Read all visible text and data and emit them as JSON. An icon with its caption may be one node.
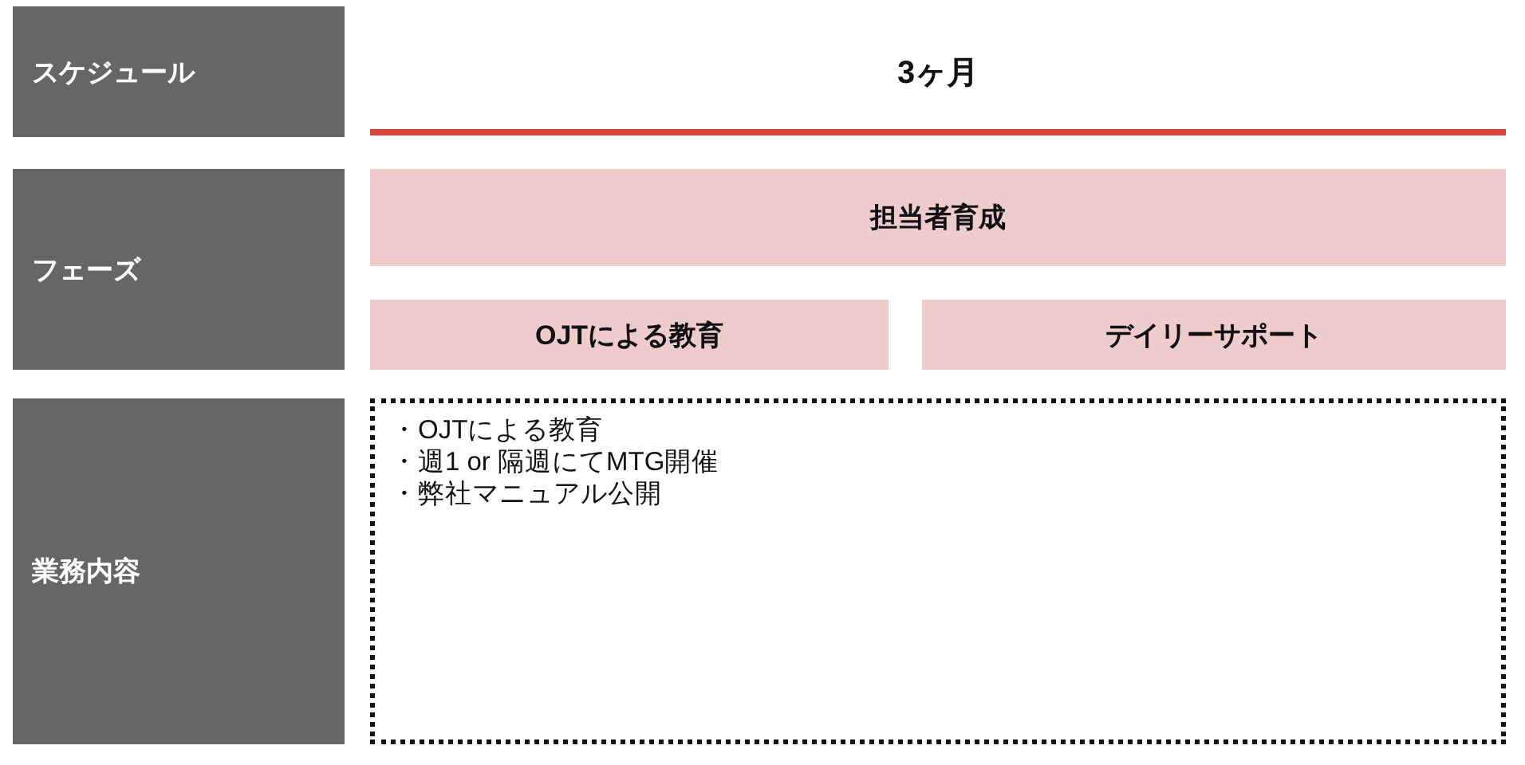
{
  "diagram": {
    "nodes": [
      {
        "text": [
          "スケジュール"
        ]
      },
      {
        "text": [
          "フェーズ"
        ]
      },
      {
        "text": [
          "担当者育成"
        ]
      },
      {
        "text": [
          "OJTによる教育"
        ]
      },
      {
        "text": [
          "デイリーサポート"
        ]
      },
      {
        "text": [
          "業務内容"
        ]
      },
      {
        "text": [
          "・OJTによる教育",
          "・週1 or 隔週にてMTG開催",
          "・弊社マニュアル公開"
        ]
      }
    ],
    "labels": [
      "3ヶ月"
    ]
  }
}
